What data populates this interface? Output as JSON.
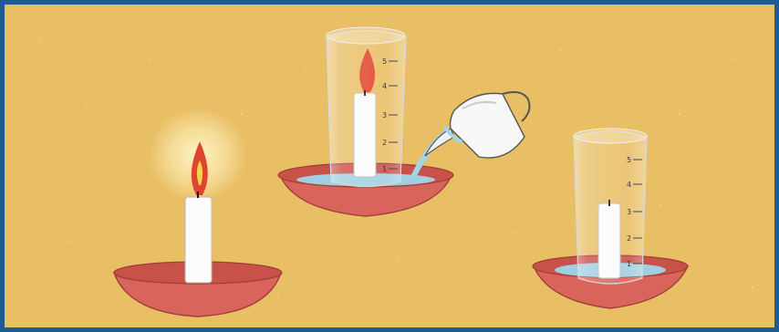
{
  "illustration": {
    "stages": [
      {
        "name": "burning-candle",
        "flame": "lit"
      },
      {
        "name": "covered-candle-with-water",
        "flame": "lit",
        "water_level_mark": "1"
      },
      {
        "name": "extinguished-candle",
        "flame": "out",
        "water_level_mark": "1"
      }
    ],
    "scale_labels_middle": [
      "5",
      "4",
      "3",
      "2",
      "1"
    ],
    "scale_labels_right": [
      "5",
      "4",
      "3",
      "2",
      "1"
    ],
    "colors": {
      "frame": "#1f5b93",
      "background": "#e9bf66",
      "dish": "#d9645c",
      "flame": "#e0442c",
      "water": "#9fd6ea"
    }
  }
}
